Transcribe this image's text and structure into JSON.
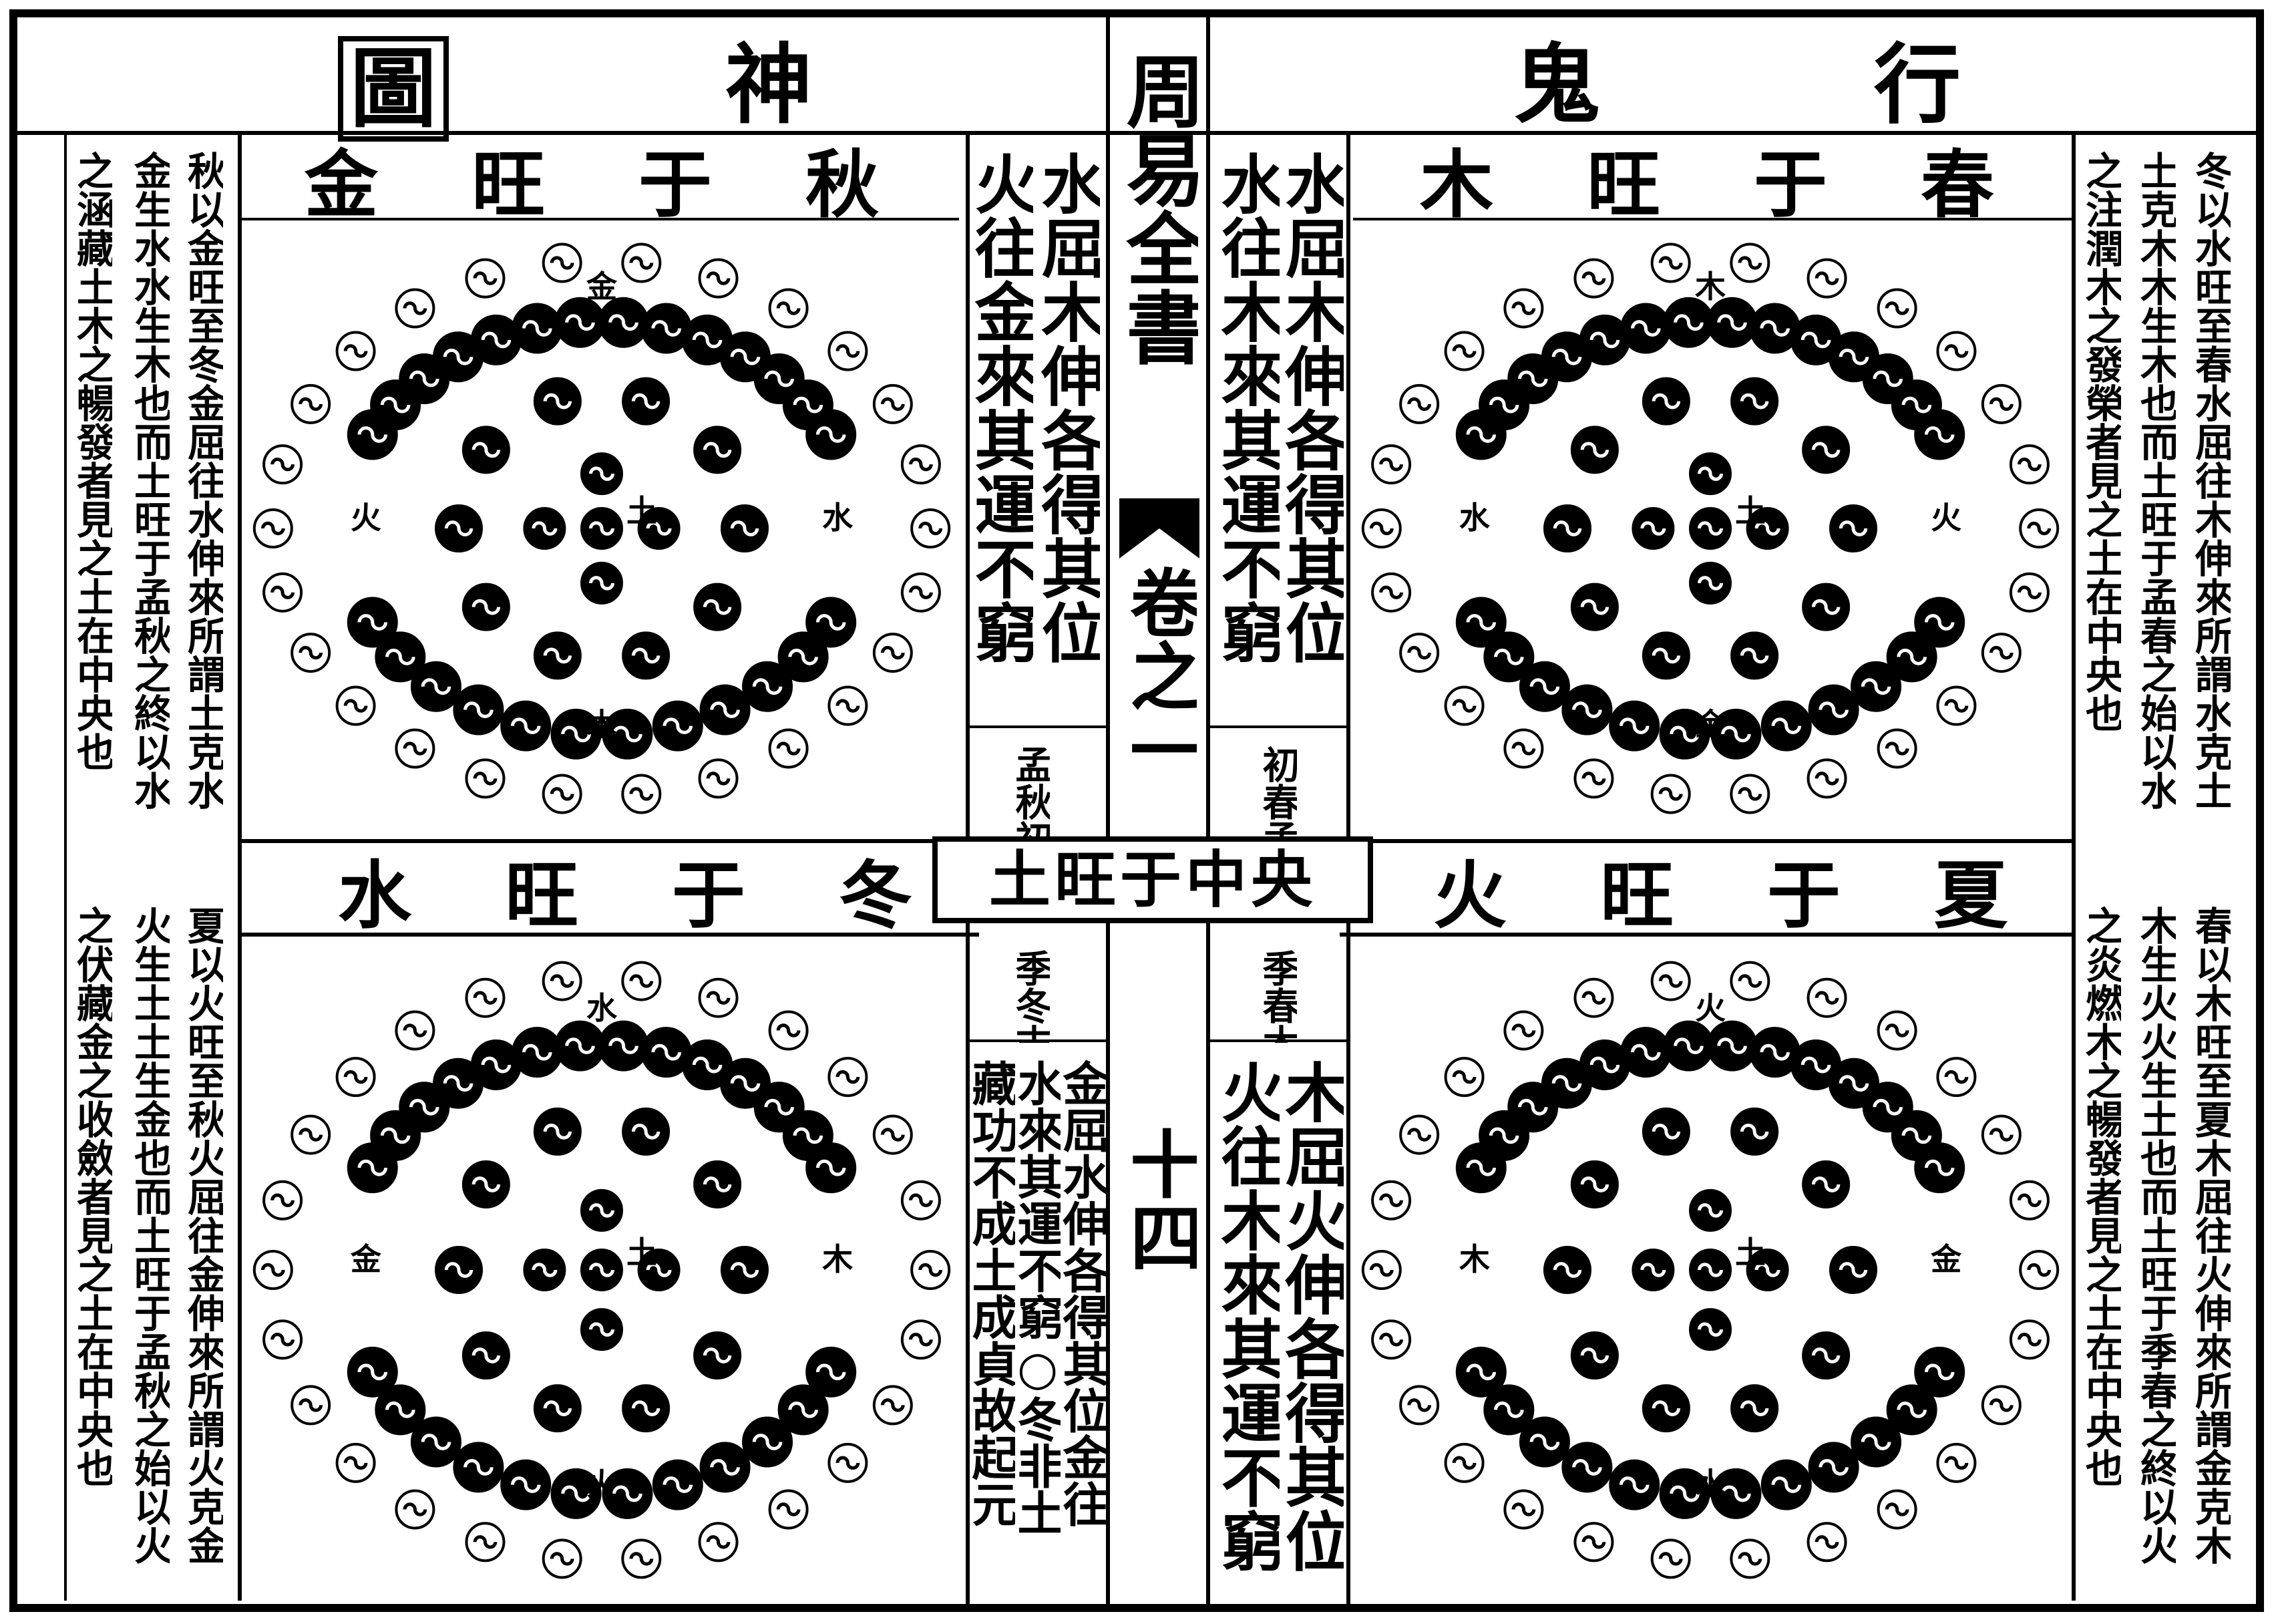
{
  "header": {
    "title_left": [
      "圖",
      "神"
    ],
    "title_right": [
      "鬼",
      "行"
    ],
    "center_title": "周易全書"
  },
  "spine": {
    "volume": "卷之一",
    "page_number": "十四"
  },
  "center_banner": "土旺于中央",
  "quadrants": {
    "top_left": {
      "title": "金旺于秋",
      "note_right_1": "水屈木伸各得其位",
      "note_right_2": "火往金來其運不窮",
      "season_label": "孟秋初",
      "side_col_1": "秋以金旺至冬金屈往水伸來所謂土克水",
      "side_col_2": "金生水水生木也而土旺于孟秋之終以水",
      "side_col_3": "之涵藏土木之暢發者見之土在中央也",
      "mark_top": "金",
      "mark_center": "土",
      "mark_bottom": "木",
      "mark_left": "火",
      "mark_right": "水"
    },
    "top_right": {
      "title": "木旺于春",
      "note_left_1": "水屈木伸各得其位",
      "note_left_2": "水往木來其運不窮",
      "season_label": "初春孟",
      "side_col_1": "冬以水旺至春水屈往木伸來所謂水克土",
      "side_col_2": "土克木木生木也而土旺于孟春之始以水",
      "side_col_3": "之注潤木之發榮者見之土在中央也",
      "mark_top": "木",
      "mark_center": "土",
      "mark_bottom": "金",
      "mark_left": "水",
      "mark_right": "火"
    },
    "bottom_left": {
      "title": "水旺于冬",
      "season_label": "季冬末",
      "note_right_1": "金屈水伸各得其位金往",
      "note_right_2": "水來其運不窮○冬非土",
      "note_right_3": "藏功不成土成貞故起元",
      "side_col_1": "夏以火旺至秋火屈往金伸來所謂火克金",
      "side_col_2": "火生土土生金也而土旺于孟秋之始以火",
      "side_col_3": "之伏藏金之收斂者見之土在中央也",
      "mark_top": "水",
      "mark_center": "土",
      "mark_bottom": "火",
      "mark_left": "金",
      "mark_right": "木"
    },
    "bottom_right": {
      "title": "火旺于夏",
      "season_label": "季春木",
      "note_left_1": "木屈火伸各得其位",
      "note_left_2": "火往木來其運不窮",
      "side_col_1": "春以木旺至夏木屈往火伸來所謂金克木",
      "side_col_2": "木生火火生土也而土旺于季春之終以火",
      "side_col_3": "之炎燃木之暢發者見之土在中央也",
      "mark_top": "火",
      "mark_center": "土",
      "mark_bottom": "水",
      "mark_left": "木",
      "mark_right": "金"
    }
  }
}
